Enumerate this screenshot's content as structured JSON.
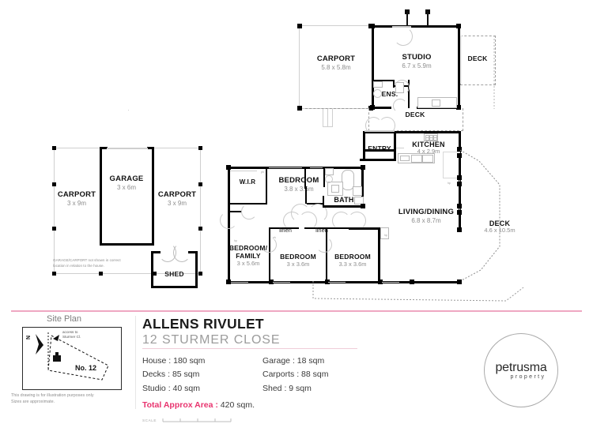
{
  "document": {
    "type": "real-estate-floor-plan",
    "accent_color": "#e8336e",
    "rule_color": "#efa8c2"
  },
  "listing": {
    "suburb": "ALLENS RIVULET",
    "address": "12 STURMER CLOSE"
  },
  "areas": {
    "left": [
      {
        "label": "House",
        "value": "180 sqm"
      },
      {
        "label": "Decks",
        "value": "85 sqm"
      },
      {
        "label": "Studio",
        "value": "40 sqm"
      }
    ],
    "right": [
      {
        "label": "Garage",
        "value": "18 sqm"
      },
      {
        "label": "Carports",
        "value": "88 sqm"
      },
      {
        "label": "Shed",
        "value": "9 sqm"
      }
    ],
    "total_label": "Total Approx Area :",
    "total_value": "420 sqm."
  },
  "scale": {
    "label": "SCALE",
    "ticks": [
      "",
      "",
      "",
      ""
    ]
  },
  "site_plan": {
    "title": "Site Plan",
    "north_label": "N",
    "access_note": "access to\nSturmer Cl.",
    "lot_label": "No. 12",
    "disclaimer": "This drawing is for illustration purposes only\nSizes are approximate."
  },
  "logo": {
    "name": "petrusma",
    "tagline": "property"
  },
  "outbuildings_note": "GARAGE/CARPORT not shown in correct\nlocation in relation to the house.",
  "rooms": {
    "carport_top": {
      "name": "CARPORT",
      "dim": "5.8 x 5.8m"
    },
    "studio": {
      "name": "STUDIO",
      "dim": "6.7 x 5.9m"
    },
    "ens": {
      "name": "ENS.",
      "dim": ""
    },
    "deck_studio": {
      "name": "DECK",
      "dim": ""
    },
    "deck_mid": {
      "name": "DECK",
      "dim": ""
    },
    "entry": {
      "name": "ENTRY",
      "dim": ""
    },
    "kitchen": {
      "name": "KITCHEN",
      "dim": "4 x 2.9m"
    },
    "living": {
      "name": "LIVING/DINING",
      "dim": "6.8 x 8.7m"
    },
    "deck_main": {
      "name": "DECK",
      "dim": "4.6 x 10.5m"
    },
    "wir": {
      "name": "W.I.R",
      "dim": ""
    },
    "bedroom_main": {
      "name": "BEDROOM",
      "dim": "3.8 x 3.6m"
    },
    "bath": {
      "name": "BATH",
      "dim": ""
    },
    "bed_family": {
      "name": "BEDROOM/",
      "name2": "FAMILY",
      "dim": "3 x 5.6m"
    },
    "bedroom_2": {
      "name": "BEDROOM",
      "dim": "3 x 3.6m"
    },
    "bedroom_3": {
      "name": "BEDROOM",
      "dim": "3.3 x 3.6m"
    },
    "linen_1": {
      "name": "linen",
      "dim": ""
    },
    "linen_2": {
      "name": "linen",
      "dim": ""
    },
    "garage": {
      "name": "GARAGE",
      "dim": "3 x 6m"
    },
    "carport_left": {
      "name": "CARPORT",
      "dim": "3 x 9m"
    },
    "carport_right": {
      "name": "CARPORT",
      "dim": "3 x 9m"
    },
    "shed": {
      "name": "SHED",
      "dim": ""
    }
  }
}
